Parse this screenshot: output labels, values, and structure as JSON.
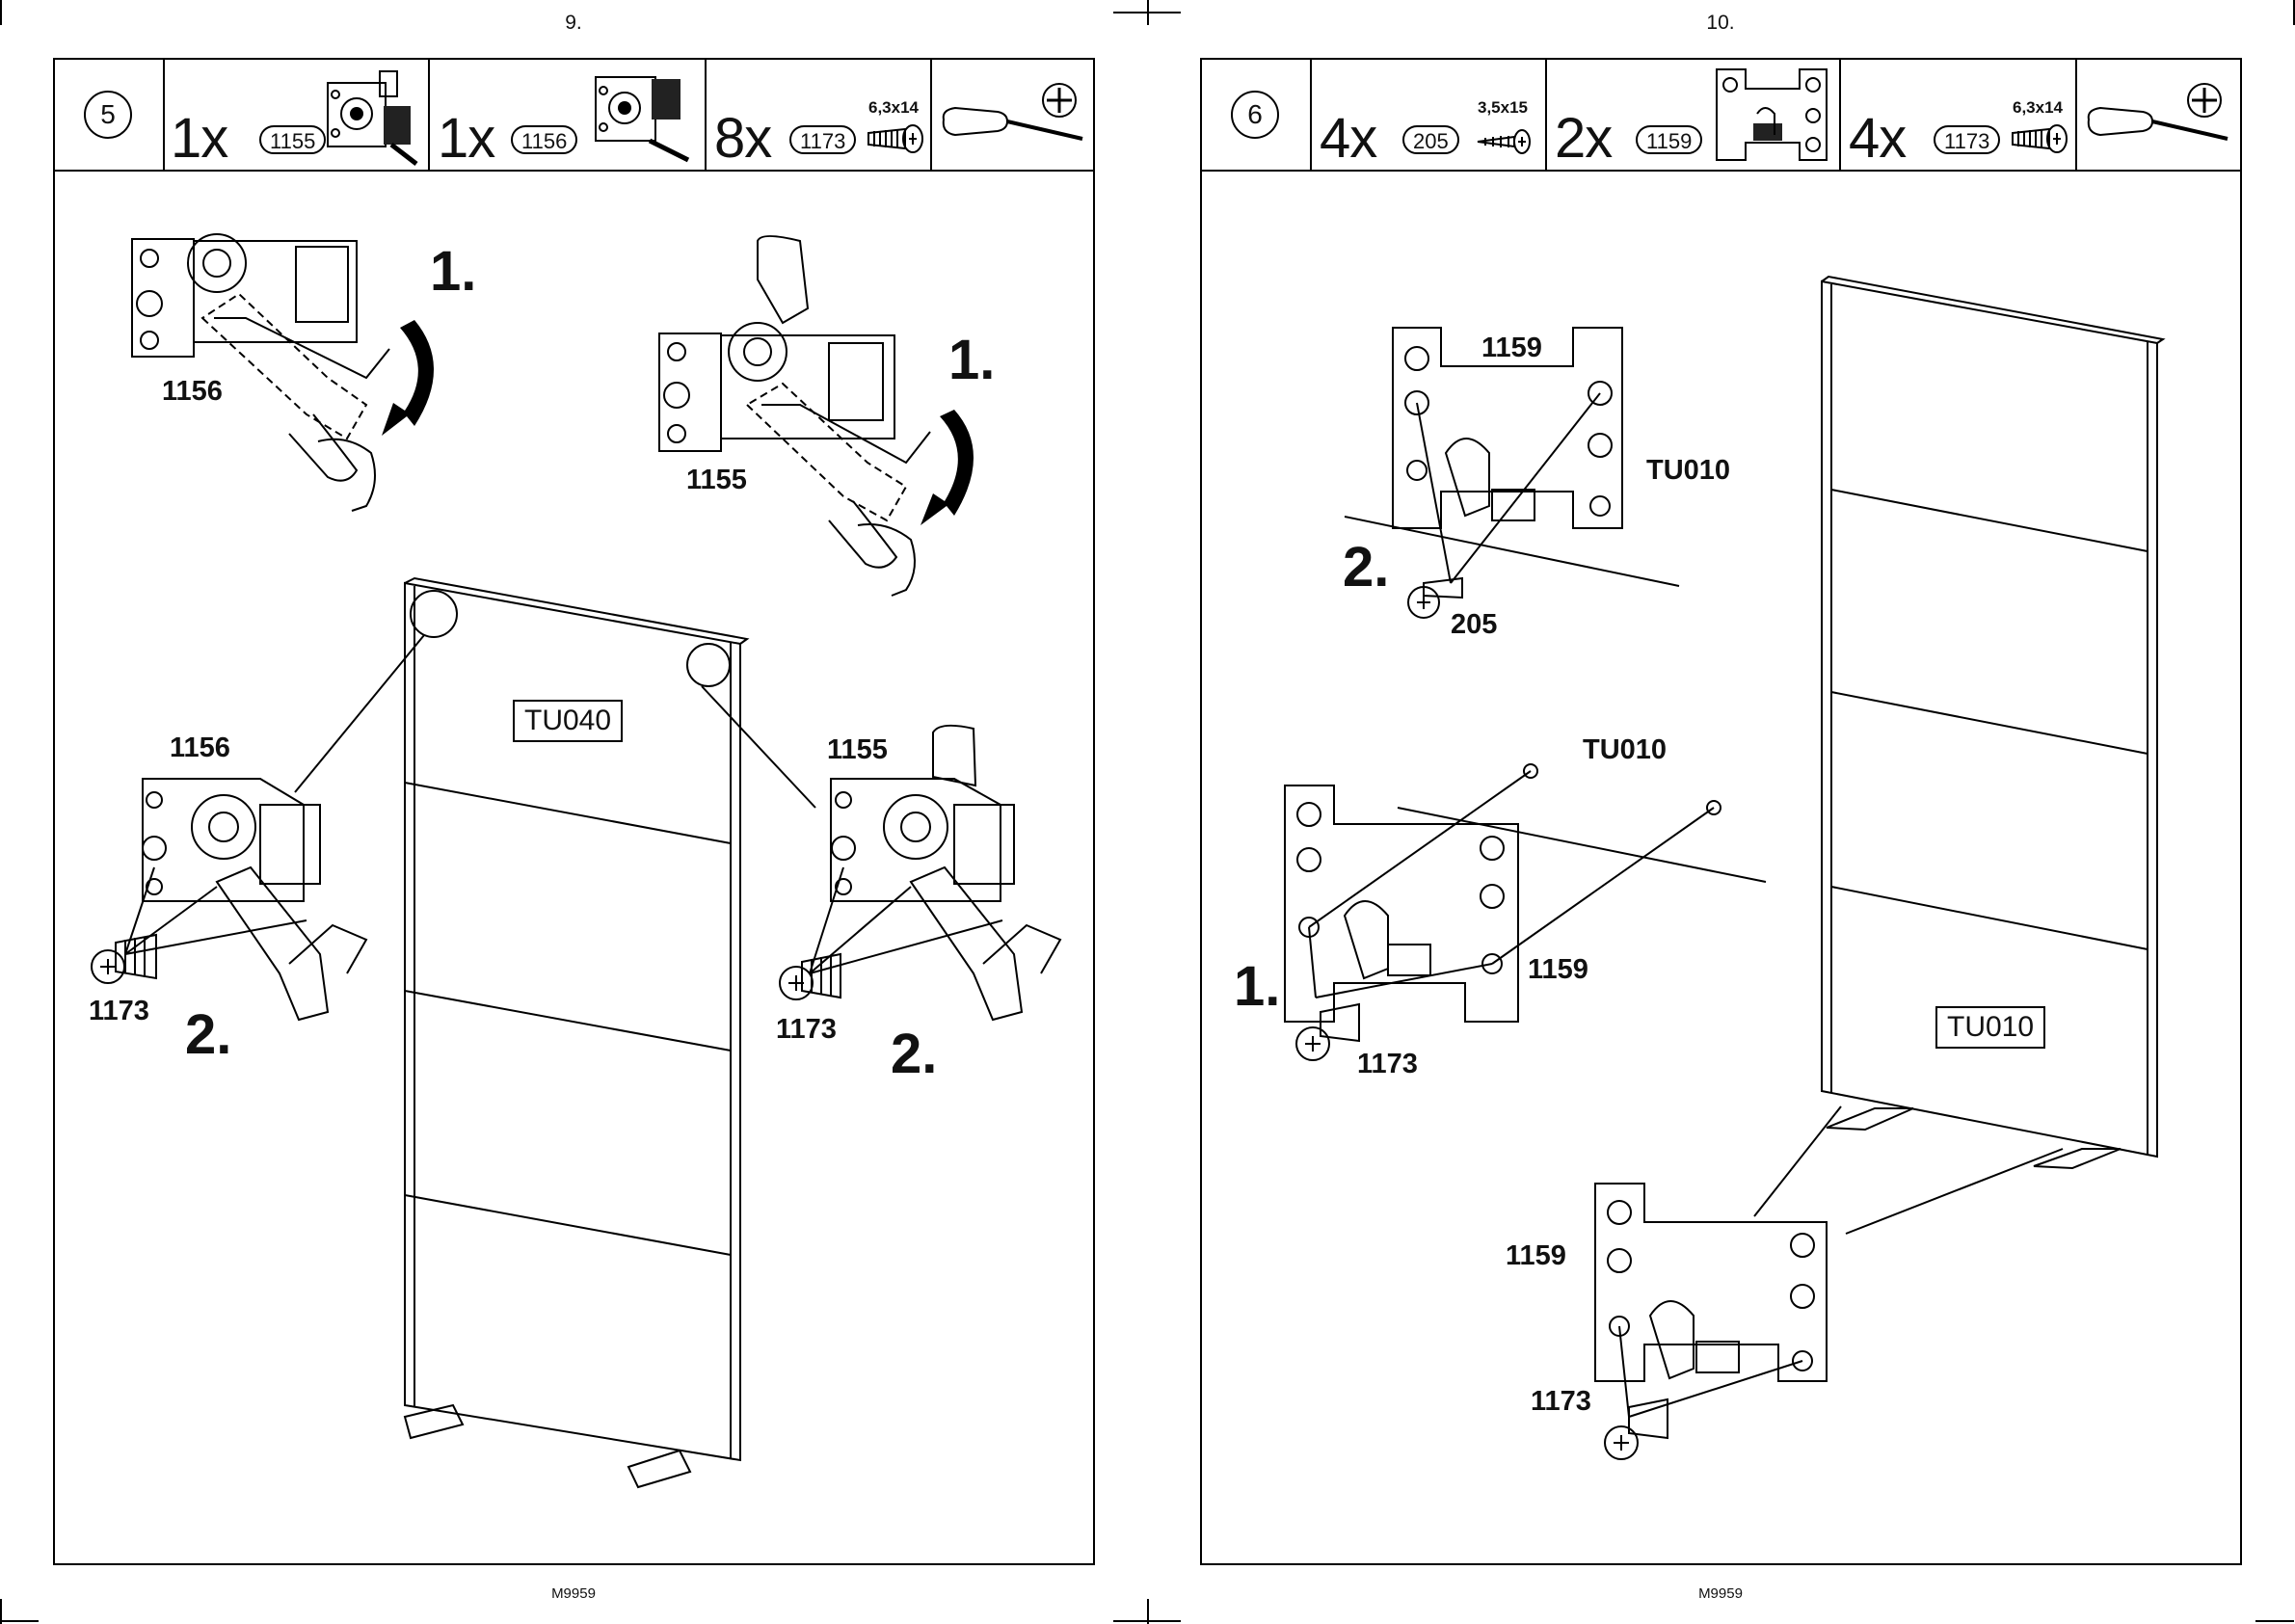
{
  "left_page": {
    "page_number": "9.",
    "footer": "M9959",
    "step": "5",
    "parts": [
      {
        "qty": "1x",
        "code": "1155",
        "icon": "hinge-bracket-icon"
      },
      {
        "qty": "1x",
        "code": "1156",
        "icon": "hinge-bracket-icon"
      },
      {
        "qty": "8x",
        "code": "1173",
        "size": "6,3x14",
        "icon": "euro-screw-icon"
      }
    ],
    "tool": {
      "icon": "phillips-screwdriver-icon"
    },
    "labels": {
      "part_1156_top": "1156",
      "part_1155_top": "1155",
      "substep_1_left": "1.",
      "substep_1_right": "1.",
      "panel": "TU040",
      "part_1156_bottom": "1156",
      "part_1155_bottom": "1155",
      "screw_left": "1173",
      "screw_right": "1173",
      "substep_2_left": "2.",
      "substep_2_right": "2."
    }
  },
  "right_page": {
    "page_number": "10.",
    "footer": "M9959",
    "step": "6",
    "parts": [
      {
        "qty": "4x",
        "code": "205",
        "size": "3,5x15",
        "icon": "wood-screw-icon"
      },
      {
        "qty": "2x",
        "code": "1159",
        "icon": "bracket-plate-icon"
      },
      {
        "qty": "4x",
        "code": "1173",
        "size": "6,3x14",
        "icon": "euro-screw-icon"
      }
    ],
    "tool": {
      "icon": "phillips-screwdriver-icon"
    },
    "labels": {
      "part_1159_top": "1159",
      "panel_top": "TU010",
      "substep_2": "2.",
      "screw_205": "205",
      "panel_mid": "TU010",
      "substep_1": "1.",
      "part_1159_mid": "1159",
      "screw_1173_mid": "1173",
      "panel_big": "TU010",
      "part_1159_bottom": "1159",
      "screw_1173_bottom": "1173"
    }
  }
}
